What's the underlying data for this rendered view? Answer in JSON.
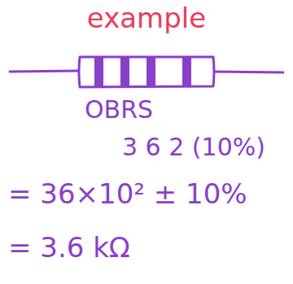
{
  "diagram": {
    "labels": [
      "example",
      "OBRS",
      "3 6 2 (10%)",
      "= 36×10² ± 10%",
      "= 3.6 kΩ"
    ]
  }
}
